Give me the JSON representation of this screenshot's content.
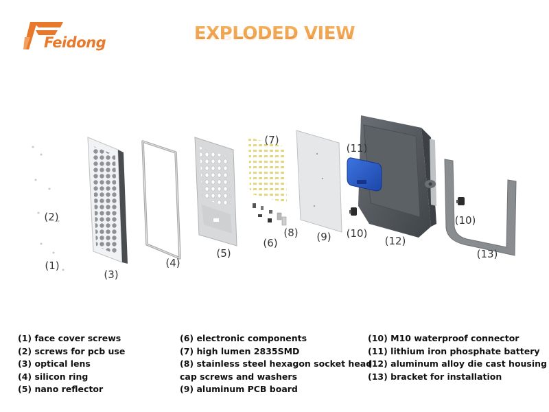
{
  "brand": {
    "name": "Feidong",
    "color": "#e8782a"
  },
  "title": "EXPLODED VIEW",
  "labels": [
    {
      "id": "1",
      "text": "(1)"
    },
    {
      "id": "2",
      "text": "(2)"
    },
    {
      "id": "3",
      "text": "(3)"
    },
    {
      "id": "4",
      "text": "(4)"
    },
    {
      "id": "5",
      "text": "(5)"
    },
    {
      "id": "6",
      "text": "(6)"
    },
    {
      "id": "7",
      "text": "(7)"
    },
    {
      "id": "8",
      "text": "(8)"
    },
    {
      "id": "9",
      "text": "(9)"
    },
    {
      "id": "10a",
      "text": "(10)"
    },
    {
      "id": "10b",
      "text": "(10)"
    },
    {
      "id": "11",
      "text": "(11)"
    },
    {
      "id": "12",
      "text": "(12)"
    },
    {
      "id": "13",
      "text": "(13)"
    }
  ],
  "legend": {
    "col1": [
      "(1) face cover screws",
      "(2) screws for pcb use",
      "(3) optical lens",
      "(4) silicon ring",
      "(5) nano reflector"
    ],
    "col2": [
      "(6) electronic components",
      "(7) high lumen 2835SMD",
      "(8) stainless steel hexagon socket head",
      "cap screws and washers",
      "(9) aluminum PCB board"
    ],
    "col3": [
      "(10) M10 waterproof connector",
      "(11) lithium iron phosphate battery",
      "(12) aluminum alloy die cast housing",
      "(13) bracket for installation"
    ]
  },
  "colors": {
    "title": "#f0a24a",
    "battery": "#2b5cc9",
    "housing": "#555a60",
    "bracket": "#8a8d90"
  }
}
